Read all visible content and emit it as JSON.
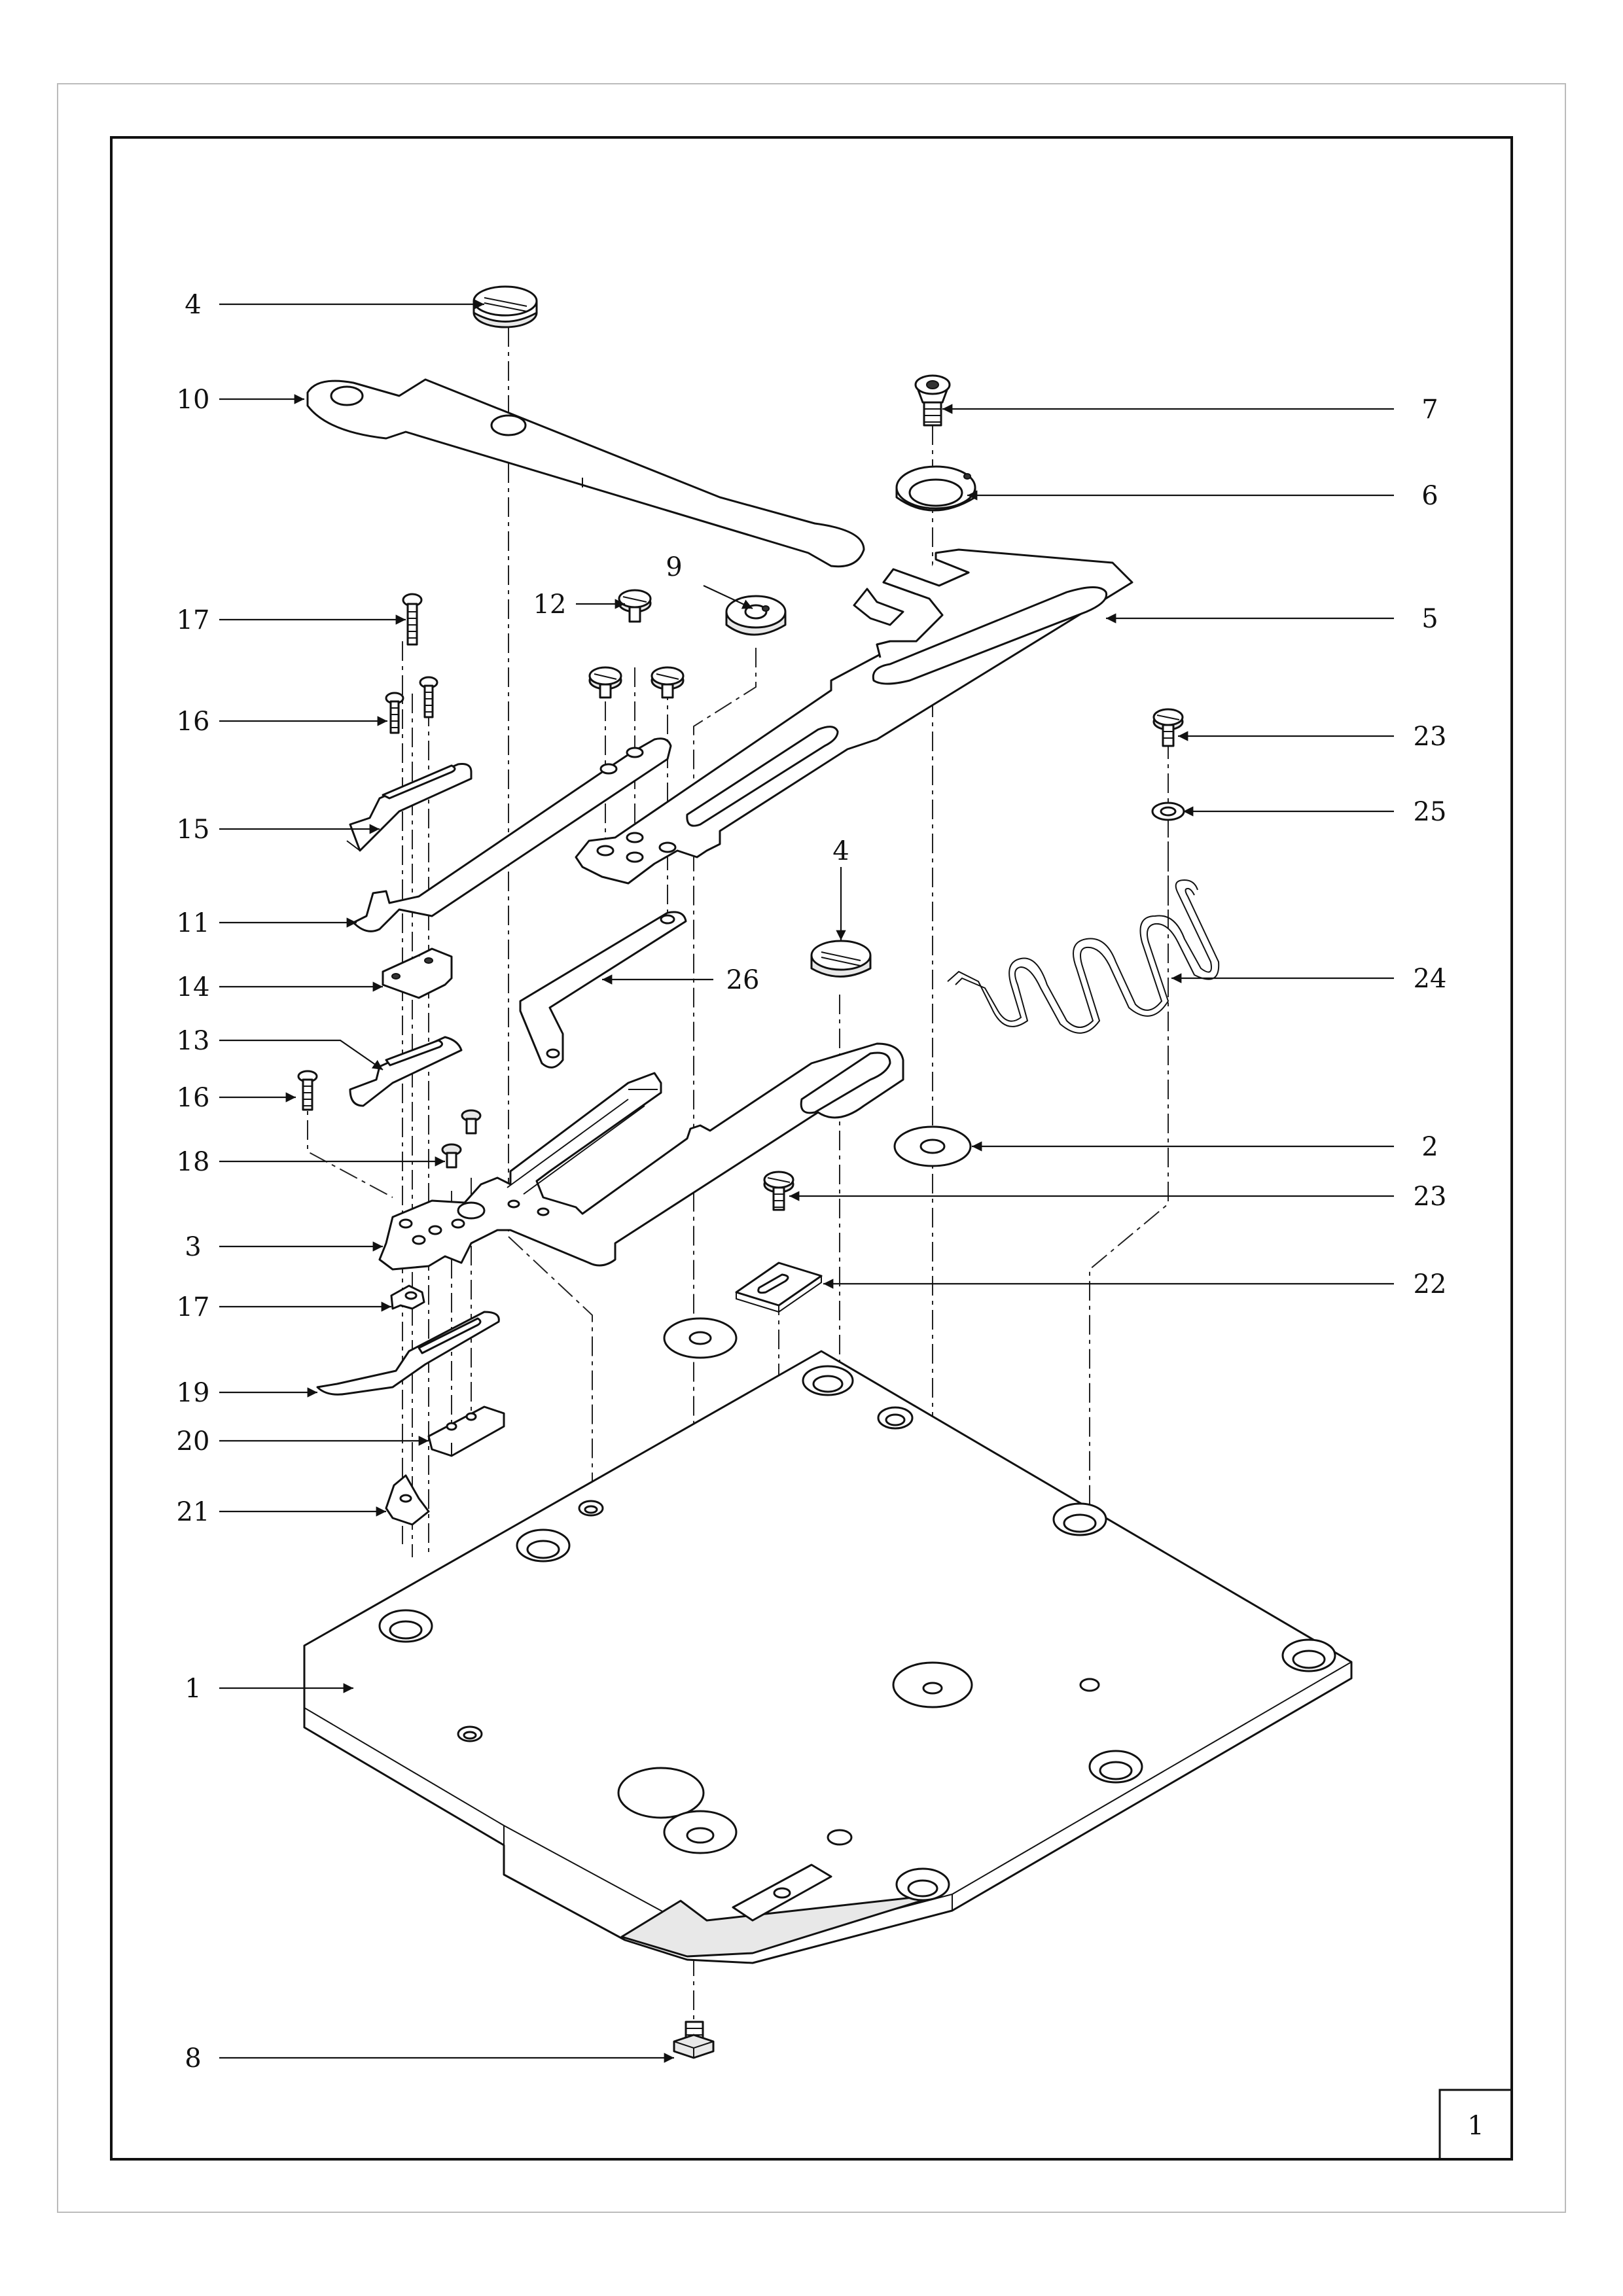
{
  "sheet": {
    "page_number": "1"
  },
  "callouts": {
    "c4a": "4",
    "c10": "10",
    "c7": "7",
    "c6": "6",
    "c9": "9",
    "c12": "12",
    "c17a": "17",
    "c5": "5",
    "c16a": "16",
    "c23a": "23",
    "c25": "25",
    "c15": "15",
    "c11": "11",
    "c4b": "4",
    "c14": "14",
    "c26": "26",
    "c24": "24",
    "c13": "13",
    "c16b": "16",
    "c2": "2",
    "c18": "18",
    "c23b": "23",
    "c3": "3",
    "c22": "22",
    "c17b": "17",
    "c19": "19",
    "c20": "20",
    "c21": "21",
    "c1": "1",
    "c8": "8"
  }
}
